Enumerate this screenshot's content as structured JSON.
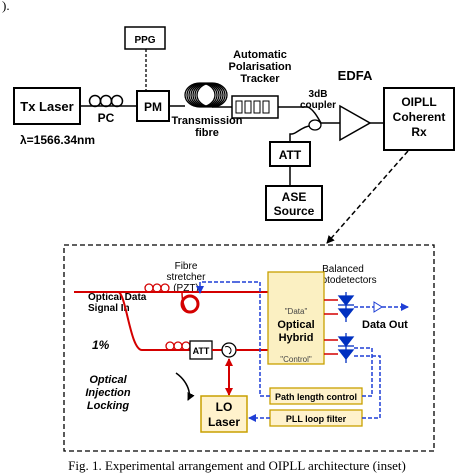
{
  "top": {
    "lead": ").",
    "tx_laser": "Tx Laser",
    "pc": "PC",
    "wavelength": "λ=1566.34nm",
    "ppg": "PPG",
    "pm": "PM",
    "transmission_fibre": [
      "Transmission",
      "fibre"
    ],
    "tracker": [
      "Automatic",
      "Polarisation",
      "Tracker"
    ],
    "coupler": [
      "3dB",
      "coupler"
    ],
    "edfa": "EDFA",
    "oipll": [
      "OIPLL",
      "Coherent",
      "Rx"
    ],
    "att": "ATT",
    "ase": [
      "ASE",
      "Source"
    ]
  },
  "inset": {
    "fibre_stretcher": [
      "Fibre",
      "stretcher",
      "(PZT)"
    ],
    "balanced_pd": [
      "Balanced",
      "Photodetectors"
    ],
    "optical_data_in": [
      "Optical Data",
      "Signal In"
    ],
    "one_percent": "1%",
    "att": "ATT",
    "hybrid_data": "\"Data\"",
    "hybrid_title": [
      "Optical",
      "Hybrid"
    ],
    "hybrid_control": "\"Control\"",
    "data_out": "Data Out",
    "oil": [
      "Optical",
      "Injection",
      "Locking"
    ],
    "lo_laser": [
      "LO",
      "Laser"
    ],
    "path_length_control": "Path length control",
    "pll_loop_filter": "PLL loop filter"
  },
  "caption": "Fig. 1. Experimental arrangement and OIPLL architecture (inset)",
  "colors": {
    "fibre_red": "#d40000",
    "feedback_blue": "#1f3fd6",
    "hybrid_fill": "#fbf0c2",
    "control_fill": "#fff2cc",
    "control_border": "#c8a000",
    "pd_blue": "#0030c0"
  }
}
